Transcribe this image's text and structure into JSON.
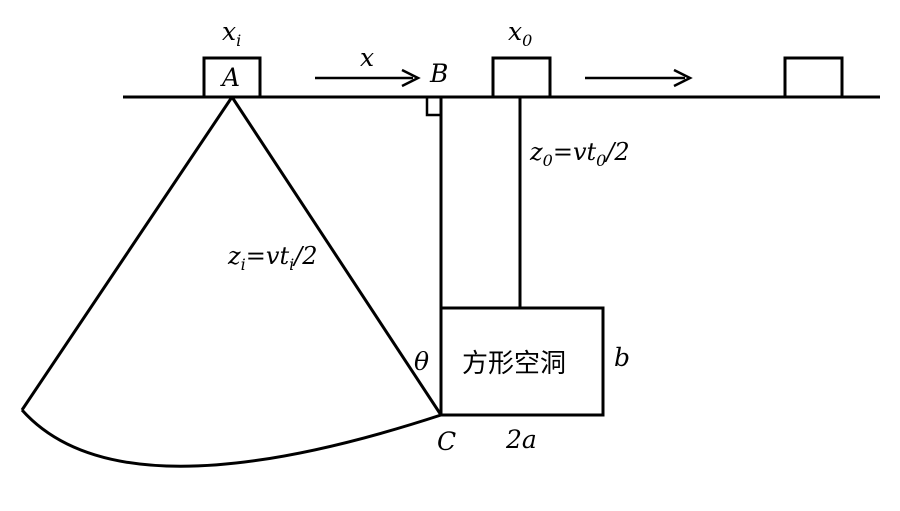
{
  "labels": {
    "xi_main": "x",
    "xi_sub": "i",
    "x0_main": "x",
    "x0_sub": "0",
    "A": "A",
    "B": "B",
    "C": "C",
    "x_arrow": "x",
    "z0_main": "z",
    "z0_sub": "0",
    "z0_eq": "=vt",
    "z0_sub2": "0",
    "z0_tail": "/2",
    "zi_main": "z",
    "zi_sub": "i",
    "zi_eq": "=vt",
    "zi_sub2": "i",
    "zi_tail": "/2",
    "theta": "θ",
    "cavity": "方形空洞",
    "b": "b",
    "two_a": "2a"
  }
}
